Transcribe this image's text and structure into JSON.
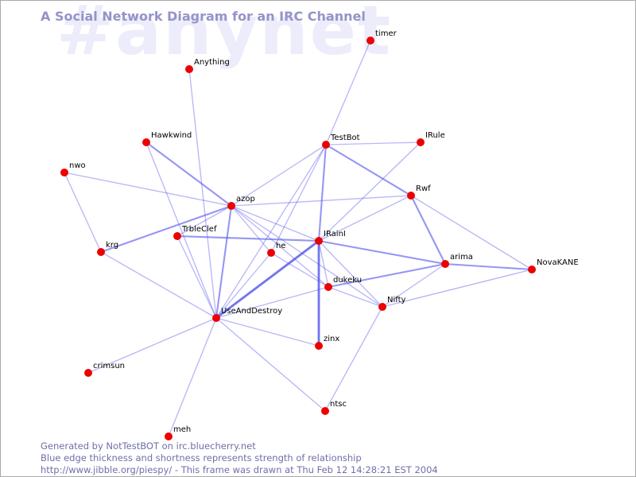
{
  "watermark": "#anynet",
  "title": "A Social Network Diagram for an IRC Channel",
  "footer": {
    "line1": "Generated by NotTestBOT on irc.bluecherry.net",
    "line2": "Blue edge thickness and shortness represents strength of relationship",
    "line3": "http://www.jibble.org/piespy/ - This frame was drawn at Thu Feb 12 14:28:21 EST 2004"
  },
  "colors": {
    "node": "#ee0000",
    "edge": "#5555ee",
    "title": "#9494c8",
    "watermark": "#ececfb",
    "footer": "#6f6fa8"
  },
  "diagram": {
    "nodes": [
      {
        "id": "timer",
        "label": "timer"
      },
      {
        "id": "Anything",
        "label": "Anything"
      },
      {
        "id": "Hawkwind",
        "label": "Hawkwind"
      },
      {
        "id": "TestBot",
        "label": "TestBot"
      },
      {
        "id": "IRule",
        "label": "IRule"
      },
      {
        "id": "nwo",
        "label": "nwo"
      },
      {
        "id": "azop",
        "label": "azop"
      },
      {
        "id": "Rwf",
        "label": "Rwf"
      },
      {
        "id": "TrbleClef",
        "label": "TrbleClef"
      },
      {
        "id": "IRainI",
        "label": "IRainI"
      },
      {
        "id": "he",
        "label": "he"
      },
      {
        "id": "krg",
        "label": "krg"
      },
      {
        "id": "arima",
        "label": "arima"
      },
      {
        "id": "NovaKANE",
        "label": "NovaKANE"
      },
      {
        "id": "dukeku",
        "label": "dukeku"
      },
      {
        "id": "Nifty",
        "label": "Nifty"
      },
      {
        "id": "UseAndDestroy",
        "label": "UseAndDestroy"
      },
      {
        "id": "zinx",
        "label": "zinx"
      },
      {
        "id": "crimsun",
        "label": "crimsun"
      },
      {
        "id": "ntsc",
        "label": "ntsc"
      },
      {
        "id": "meh",
        "label": "meh"
      }
    ],
    "edges": [
      {
        "source": "timer",
        "target": "TestBot",
        "strength": 1
      },
      {
        "source": "Anything",
        "target": "UseAndDestroy",
        "strength": 1
      },
      {
        "source": "Hawkwind",
        "target": "azop",
        "strength": 2
      },
      {
        "source": "Hawkwind",
        "target": "UseAndDestroy",
        "strength": 1
      },
      {
        "source": "nwo",
        "target": "azop",
        "strength": 1
      },
      {
        "source": "nwo",
        "target": "krg",
        "strength": 1
      },
      {
        "source": "krg",
        "target": "azop",
        "strength": 2
      },
      {
        "source": "krg",
        "target": "UseAndDestroy",
        "strength": 1
      },
      {
        "source": "TestBot",
        "target": "IRule",
        "strength": 1
      },
      {
        "source": "TestBot",
        "target": "azop",
        "strength": 1
      },
      {
        "source": "TestBot",
        "target": "Rwf",
        "strength": 2
      },
      {
        "source": "TestBot",
        "target": "IRainI",
        "strength": 2
      },
      {
        "source": "TestBot",
        "target": "UseAndDestroy",
        "strength": 1
      },
      {
        "source": "TestBot",
        "target": "he",
        "strength": 1
      },
      {
        "source": "IRule",
        "target": "IRainI",
        "strength": 1
      },
      {
        "source": "azop",
        "target": "Rwf",
        "strength": 1
      },
      {
        "source": "azop",
        "target": "IRainI",
        "strength": 1
      },
      {
        "source": "azop",
        "target": "he",
        "strength": 1
      },
      {
        "source": "azop",
        "target": "dukeku",
        "strength": 1
      },
      {
        "source": "azop",
        "target": "Nifty",
        "strength": 1
      },
      {
        "source": "azop",
        "target": "UseAndDestroy",
        "strength": 2
      },
      {
        "source": "azop",
        "target": "TrbleClef",
        "strength": 1
      },
      {
        "source": "TrbleClef",
        "target": "IRainI",
        "strength": 2
      },
      {
        "source": "TrbleClef",
        "target": "UseAndDestroy",
        "strength": 1
      },
      {
        "source": "Rwf",
        "target": "IRainI",
        "strength": 1
      },
      {
        "source": "Rwf",
        "target": "arima",
        "strength": 2
      },
      {
        "source": "Rwf",
        "target": "NovaKANE",
        "strength": 1
      },
      {
        "source": "IRainI",
        "target": "UseAndDestroy",
        "strength": 3
      },
      {
        "source": "IRainI",
        "target": "zinx",
        "strength": 3
      },
      {
        "source": "IRainI",
        "target": "arima",
        "strength": 2
      },
      {
        "source": "IRainI",
        "target": "Nifty",
        "strength": 1
      },
      {
        "source": "IRainI",
        "target": "dukeku",
        "strength": 1
      },
      {
        "source": "he",
        "target": "UseAndDestroy",
        "strength": 1
      },
      {
        "source": "he",
        "target": "dukeku",
        "strength": 1
      },
      {
        "source": "arima",
        "target": "NovaKANE",
        "strength": 2
      },
      {
        "source": "arima",
        "target": "dukeku",
        "strength": 2
      },
      {
        "source": "arima",
        "target": "Nifty",
        "strength": 1
      },
      {
        "source": "NovaKANE",
        "target": "Nifty",
        "strength": 1
      },
      {
        "source": "dukeku",
        "target": "UseAndDestroy",
        "strength": 1
      },
      {
        "source": "dukeku",
        "target": "Nifty",
        "strength": 1
      },
      {
        "source": "Nifty",
        "target": "ntsc",
        "strength": 1
      },
      {
        "source": "UseAndDestroy",
        "target": "zinx",
        "strength": 1
      },
      {
        "source": "UseAndDestroy",
        "target": "crimsun",
        "strength": 1
      },
      {
        "source": "UseAndDestroy",
        "target": "ntsc",
        "strength": 1
      },
      {
        "source": "UseAndDestroy",
        "target": "meh",
        "strength": 1
      }
    ]
  }
}
